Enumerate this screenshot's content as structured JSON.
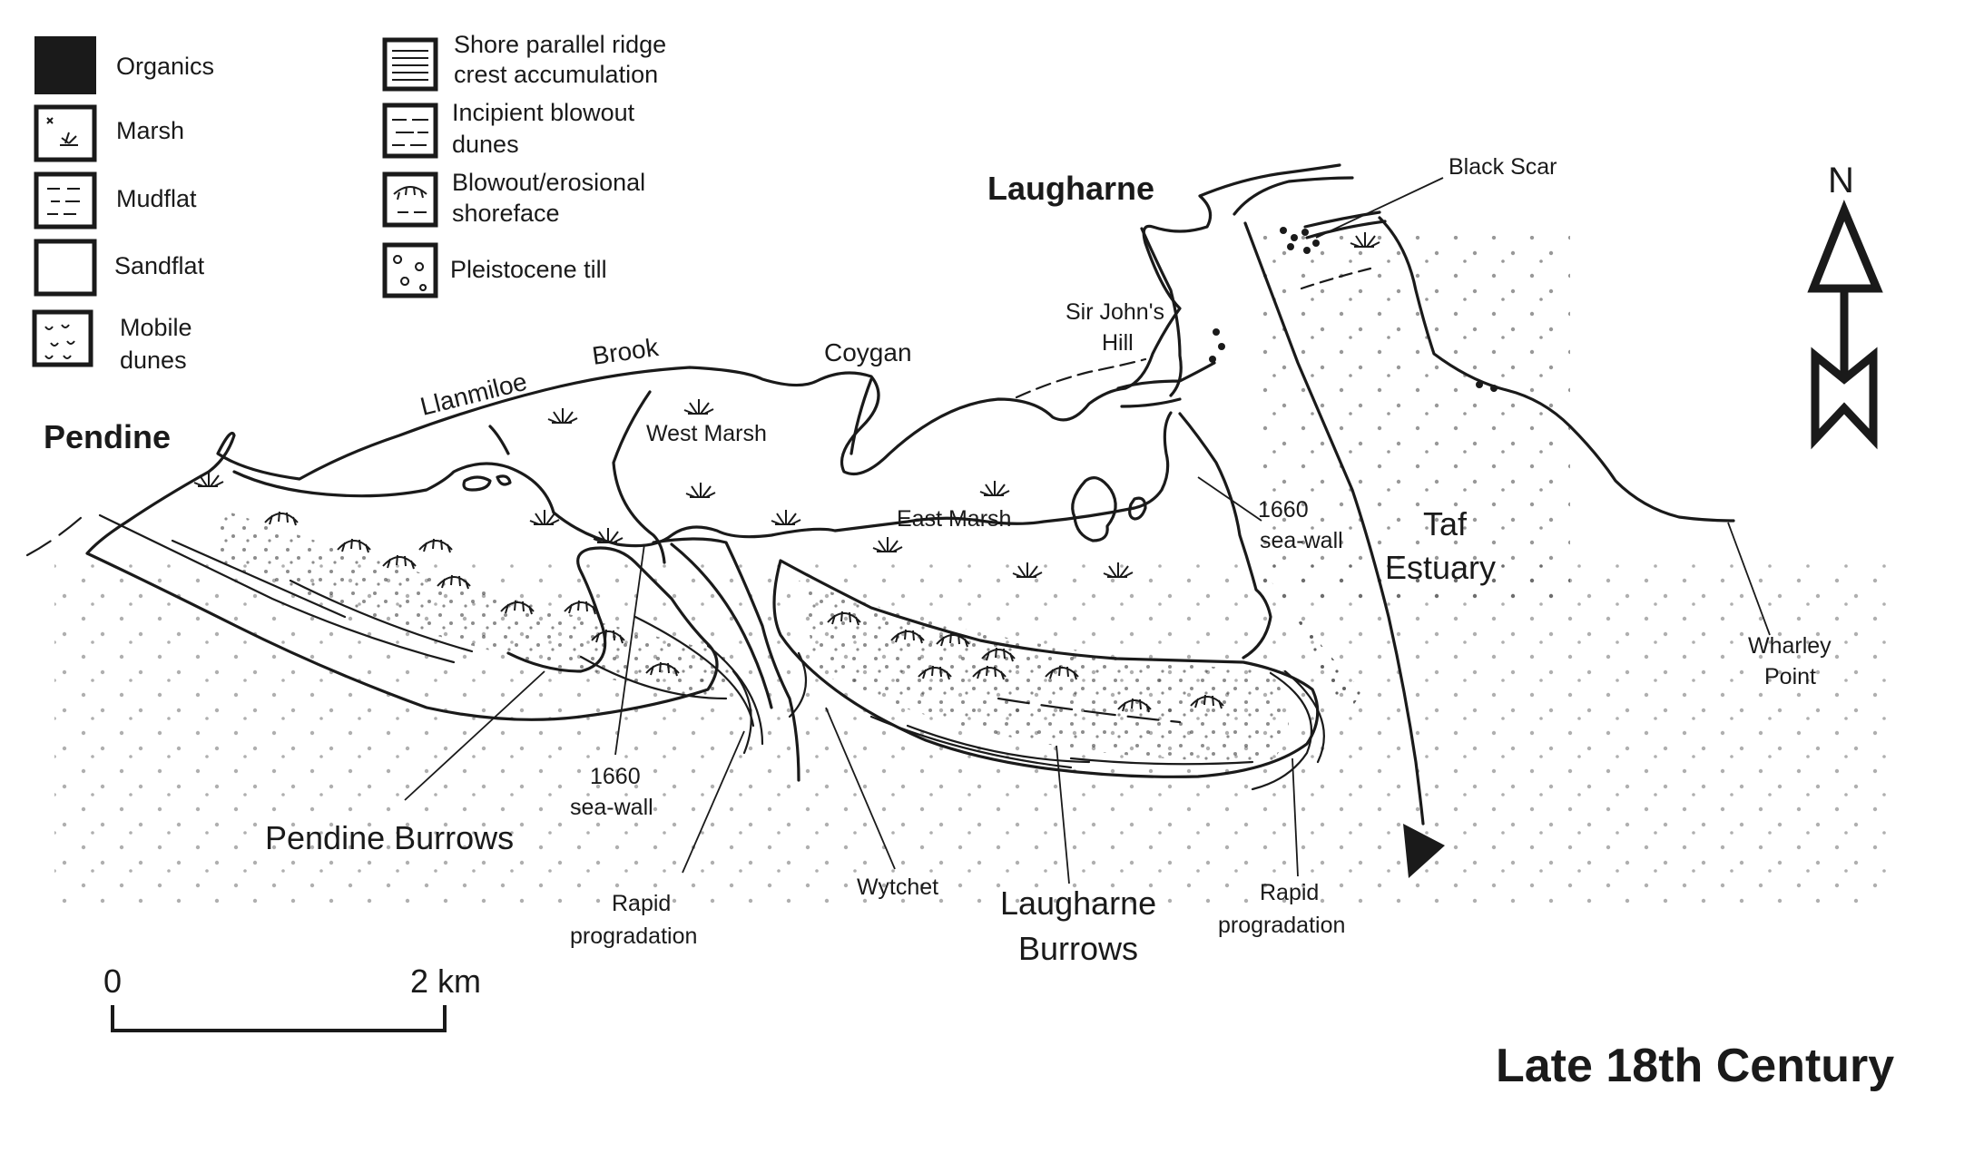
{
  "title": "Late 18th Century",
  "legend": [
    {
      "key": "organics",
      "label": "Organics"
    },
    {
      "key": "marsh",
      "label": "Marsh"
    },
    {
      "key": "mudflat",
      "label": "Mudflat"
    },
    {
      "key": "sandflat",
      "label": "Sandflat"
    },
    {
      "key": "mobile",
      "label_line1": "Mobile",
      "label_line2": "dunes"
    },
    {
      "key": "ridge",
      "label_line1": "Shore parallel ridge",
      "label_line2": "crest accumulation"
    },
    {
      "key": "blowout",
      "label_line1": "Incipient blowout",
      "label_line2": "dunes"
    },
    {
      "key": "erosional",
      "label_line1": "Blowout/erosional",
      "label_line2": "shoreface"
    },
    {
      "key": "till",
      "label": "Pleistocene till"
    }
  ],
  "places": {
    "pendine": "Pendine",
    "laugharne": "Laugharne",
    "llanmiloe": "Llanmiloe",
    "brook": "Brook",
    "coygan": "Coygan",
    "west_marsh": "West Marsh",
    "east_marsh": "East Marsh",
    "sir_johns_line1": "Sir John's",
    "sir_johns_line2": "Hill",
    "black_scar": "Black Scar",
    "seawall_east_line1": "1660",
    "seawall_east_line2": "sea-wall",
    "taf_line1": "Taf",
    "taf_line2": "Estuary",
    "wharley_line1": "Wharley",
    "wharley_line2": "Point",
    "pendine_burrows": "Pendine Burrows",
    "seawall_west_line1": "1660",
    "seawall_west_line2": "sea-wall",
    "rapid_west_line1": "Rapid",
    "rapid_west_line2": "progradation",
    "wytchet": "Wytchet",
    "laugharne_burrows_line1": "Laugharne",
    "laugharne_burrows_line2": "Burrows",
    "rapid_east_line1": "Rapid",
    "rapid_east_line2": "progradation"
  },
  "scale": {
    "start": "0",
    "end": "2 km"
  },
  "north_label": "N",
  "colors": {
    "ink": "#1a1a1a",
    "paper": "#ffffff"
  }
}
